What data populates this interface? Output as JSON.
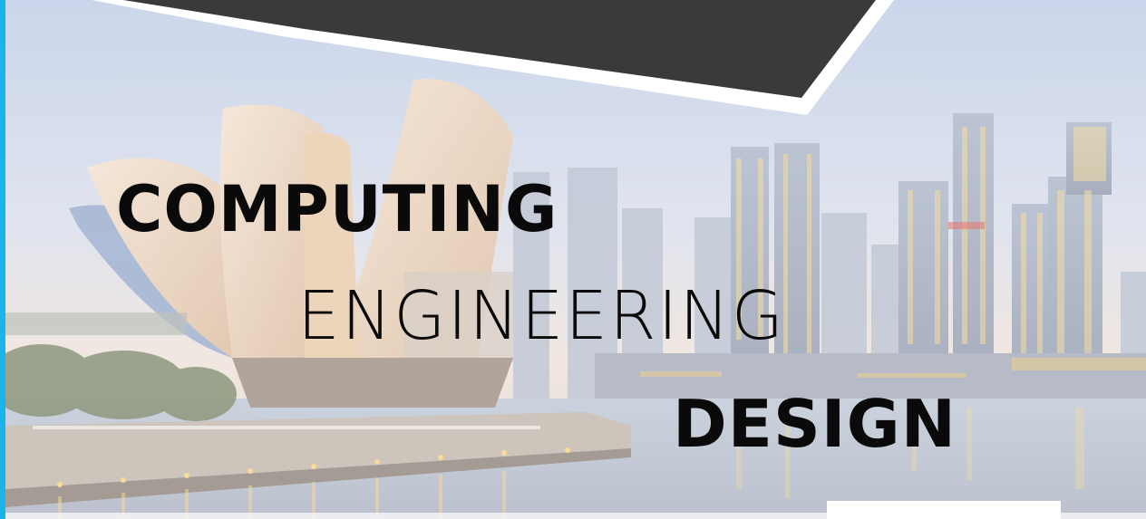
{
  "hero": {
    "title_line1": "COMPUTING",
    "title_line2": "ENGINEERING",
    "title_line3": "DESIGN"
  },
  "colors": {
    "accent_bar": "#19b4ea",
    "banner_dark": "#3a3a3a",
    "title_text": "#0a0a0a",
    "sky_top": "#c3d2ea",
    "sky_horizon": "#f1dfd4"
  }
}
